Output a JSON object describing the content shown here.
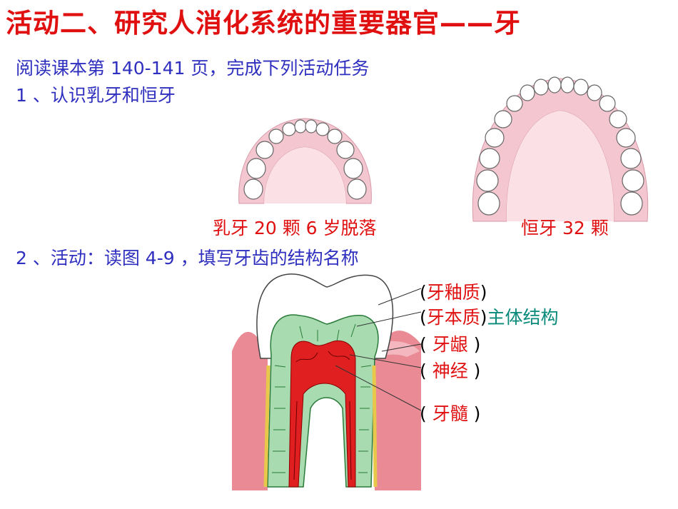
{
  "title": "活动二、研究人消化系统的重要器官——牙",
  "intro": "阅读课本第 140-141 页，完成下列活动任务",
  "task1": "1 、认识乳牙和恒牙",
  "baby_teeth_caption": "乳牙 20 颗 6 岁脱落",
  "adult_teeth_caption": "恒牙 32 颗",
  "task2": "2 、活动：读图 4-9 ，填写牙齿的结构名称",
  "labels": {
    "enamel": "牙釉质",
    "dentin": "牙本质",
    "main_structure": "主体结构",
    "gum": "牙龈",
    "nerve": "神经",
    "pulp": "牙髓"
  },
  "colors": {
    "title": "#e01010",
    "instructions": "#2f2fbf",
    "answers": "#e01010",
    "main_structure": "#0a8a7a"
  }
}
